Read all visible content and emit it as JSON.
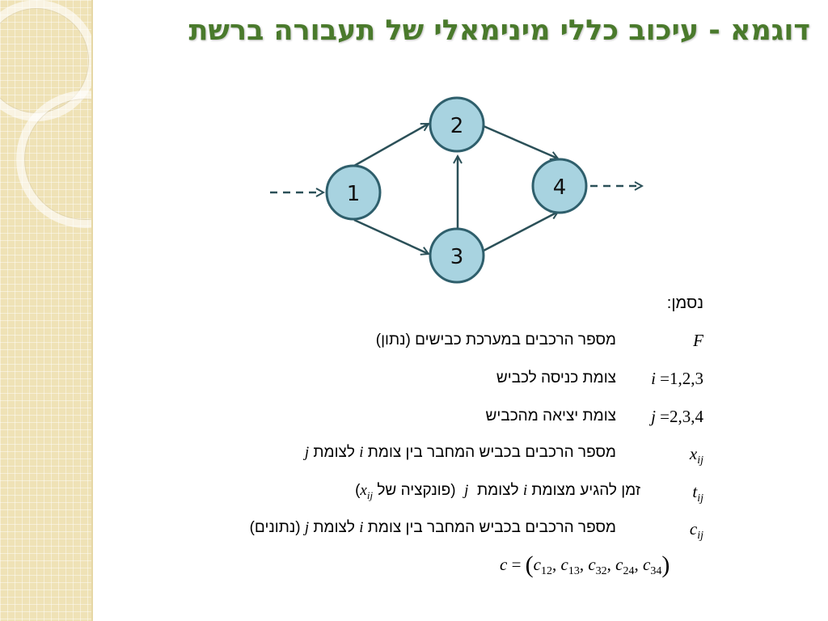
{
  "slide": {
    "title": "דוגמא - עיכוב כללי מינימאלי של תעבורה ברשת"
  },
  "network": {
    "nodes": [
      {
        "id": "1",
        "label": "1"
      },
      {
        "id": "2",
        "label": "2"
      },
      {
        "id": "3",
        "label": "3"
      },
      {
        "id": "4",
        "label": "4"
      }
    ],
    "edges": [
      {
        "from": "1",
        "to": "2"
      },
      {
        "from": "1",
        "to": "3"
      },
      {
        "from": "3",
        "to": "2"
      },
      {
        "from": "2",
        "to": "4"
      },
      {
        "from": "3",
        "to": "4"
      }
    ],
    "node_fill": "#a8d3e0",
    "node_stroke": "#2f5f6c",
    "edge_color": "#2b5058"
  },
  "legend": {
    "title": "נסמן:",
    "rows": [
      {
        "symbol": "F",
        "desc": "מספר הרכבים במערכת כבישים (נתון)"
      },
      {
        "symbol_var": "i",
        "symbol_rest": " =1,2,3",
        "desc": "צומת כניסה לכביש"
      },
      {
        "symbol_var": "j",
        "symbol_rest": " =2,3,4",
        "desc": "צומת יציאה מהכביש"
      },
      {
        "symbol_var": "x",
        "symbol_sub": "ij",
        "desc_a": "מספר הרכבים בכביש המחבר בין צומת",
        "desc_i": "i",
        "desc_b": "לצומת",
        "desc_j": "j"
      },
      {
        "symbol_var": "t",
        "symbol_sub": "ij",
        "desc_a": "זמן להגיע מצומת",
        "desc_i": "i",
        "desc_b": "לצומת",
        "desc_j": "j",
        "desc_c": "(פונקציה של",
        "desc_x": "x",
        "desc_xsub": "ij",
        "desc_close": ")"
      },
      {
        "symbol_var": "c",
        "symbol_sub": "ij",
        "desc_a": "מספר הרכבים בכביש המחבר בין צומת",
        "desc_i": "i",
        "desc_b": "לצומת",
        "desc_j": "j",
        "desc_c": "(נתונים)"
      }
    ],
    "vector": {
      "lhs": "c",
      "eq": "=",
      "items": [
        {
          "var": "c",
          "sub": "12"
        },
        {
          "var": "c",
          "sub": "13"
        },
        {
          "var": "c",
          "sub": "32"
        },
        {
          "var": "c",
          "sub": "24"
        },
        {
          "var": "c",
          "sub": "34"
        }
      ]
    }
  }
}
